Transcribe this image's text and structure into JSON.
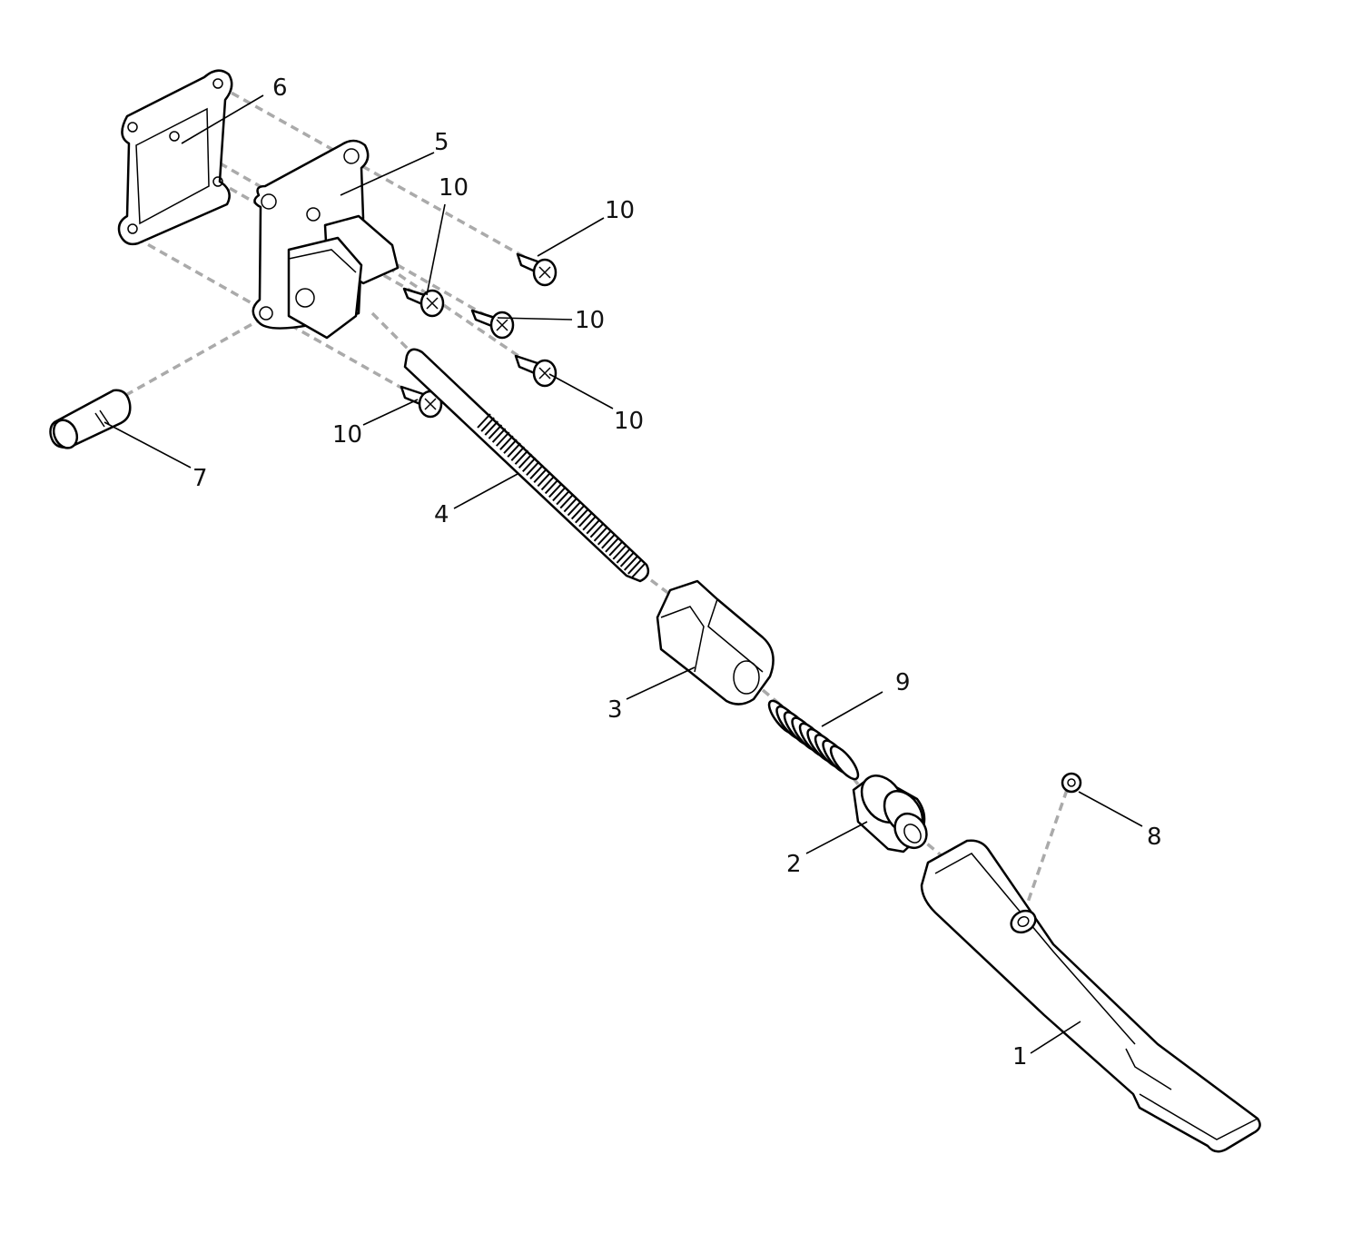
{
  "diagram": {
    "callouts": [
      {
        "id": "c1",
        "label": "1"
      },
      {
        "id": "c2",
        "label": "2"
      },
      {
        "id": "c3",
        "label": "3"
      },
      {
        "id": "c4",
        "label": "4"
      },
      {
        "id": "c5",
        "label": "5"
      },
      {
        "id": "c6",
        "label": "6"
      },
      {
        "id": "c7",
        "label": "7"
      },
      {
        "id": "c8",
        "label": "8"
      },
      {
        "id": "c9",
        "label": "9"
      },
      {
        "id": "c10a",
        "label": "10"
      },
      {
        "id": "c10b",
        "label": "10"
      },
      {
        "id": "c10c",
        "label": "10"
      },
      {
        "id": "c10d",
        "label": "10"
      },
      {
        "id": "c10e",
        "label": "10"
      }
    ],
    "colors": {
      "line": "#000000",
      "dash": "#aaaaaa",
      "fill": "#ffffff"
    }
  }
}
